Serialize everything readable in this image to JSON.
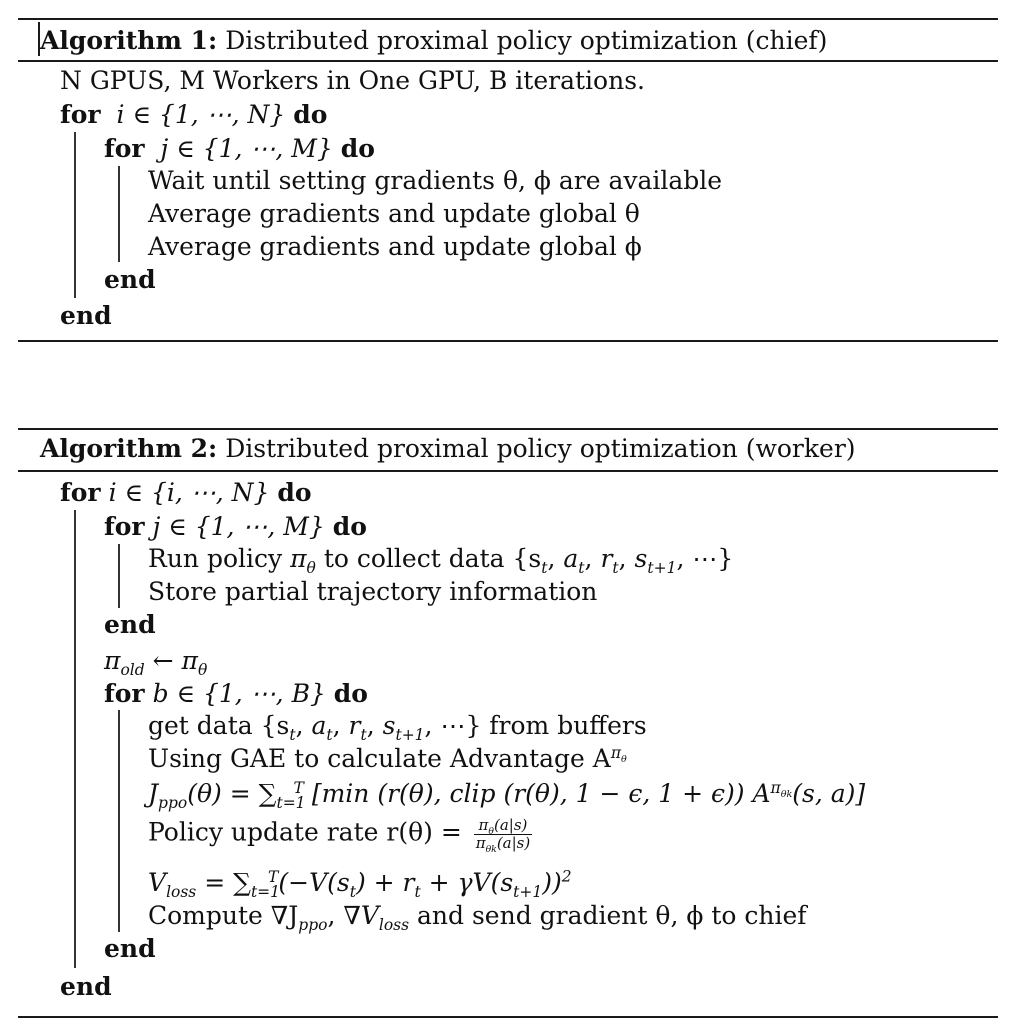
{
  "algorithm1": {
    "caption_label": "Algorithm 1:",
    "caption_title": "Distributed proximal policy optimization (chief)",
    "lines": {
      "input": "N GPUS, M Workers in One GPU, B iterations.",
      "for_i_kw": "for",
      "for_i_cond": "i ∈ {1, ⋯, N}",
      "for_i_do": "do",
      "for_j_kw": "for",
      "for_j_cond": "j ∈ {1, ⋯, M}",
      "for_j_do": "do",
      "wait": "Wait until setting gradients θ, ϕ are available",
      "avg_theta": "Average gradients and update global θ",
      "avg_phi": "Average gradients and update global ϕ",
      "end_inner": "end",
      "end_outer": "end"
    }
  },
  "algorithm2": {
    "caption_label": "Algorithm 2:",
    "caption_title": "Distributed proximal policy optimization (worker)",
    "lines": {
      "for_i_kw": "for",
      "for_i_cond": "i ∈ {i, ⋯, N}",
      "for_i_do": "do",
      "for_j_kw": "for",
      "for_j_cond": "j ∈ {1, ⋯, M}",
      "for_j_do": "do",
      "run_policy_prefix": "Run policy ",
      "run_policy_suffix": " to collect data {s",
      "store": "Store partial trajectory information",
      "end_j": "end",
      "pi_old": "π",
      "pi_old_sub": "old",
      "pi_old_arrow": " ← π",
      "for_b_kw": "for",
      "for_b_cond": "b ∈ {1, ⋯, B}",
      "for_b_do": "do",
      "get_data_prefix": "get data {s",
      "get_data_suffix": "from buffers",
      "gae": "Using GAE to calculate Advantage A",
      "policy_rate": "Policy update rate r(θ) = ",
      "compute_prefix": "Compute ∇J",
      "compute_suffix": " and send gradient θ, ϕ to chief",
      "end_b": "end",
      "end_i": "end"
    }
  }
}
